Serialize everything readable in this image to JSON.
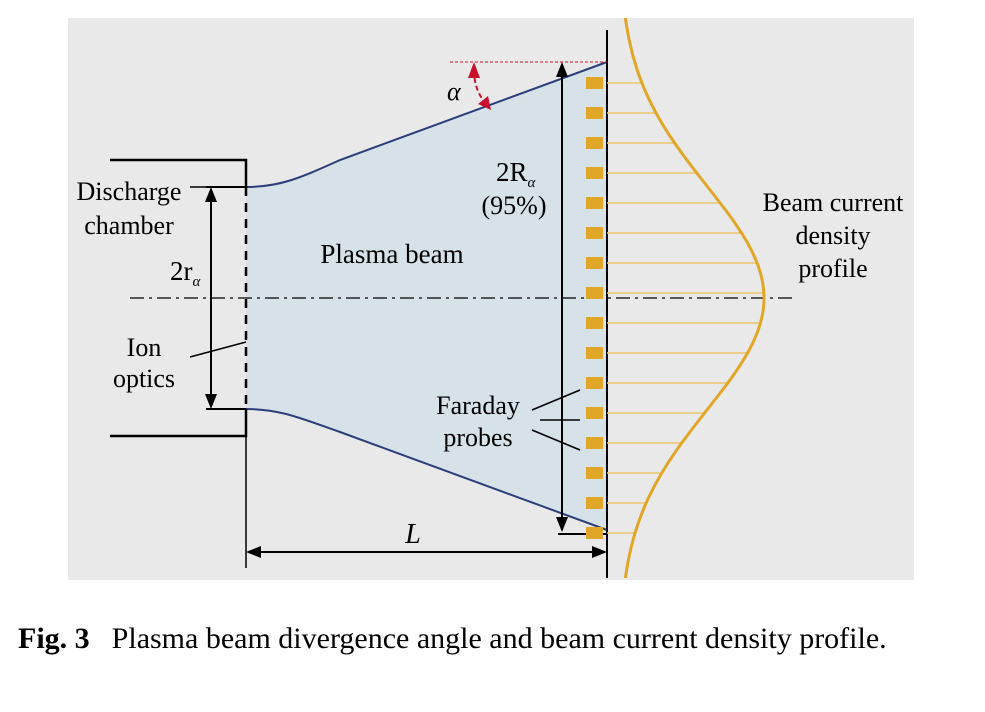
{
  "figure": {
    "labels": {
      "discharge_chamber": [
        "Discharge",
        "chamber"
      ],
      "ion_optics": [
        "Ion",
        "optics"
      ],
      "plasma_beam": "Plasma beam",
      "faraday_probes": [
        "Faraday",
        "probes"
      ],
      "profile": [
        "Beam current",
        "density",
        "profile"
      ],
      "diameter_outer_num": "2R",
      "diameter_outer_sub": "α",
      "diameter_outer_note": "(95%)",
      "diameter_inner_num": "2r",
      "diameter_inner_sub": "α",
      "length": "L",
      "angle": "α"
    },
    "colors": {
      "background": "#e9e9e9",
      "beam_fill": "#d7e1e8",
      "beam_edge": "#2c3e7a",
      "probe": "#e0a627",
      "profile_curve": "#e0a627",
      "profile_lines": "#eac56a",
      "angle_arrow": "#c8102e",
      "line": "#000000"
    }
  },
  "caption": {
    "number": "Fig. 3",
    "text": "Plasma beam divergence angle and beam current density profile."
  }
}
